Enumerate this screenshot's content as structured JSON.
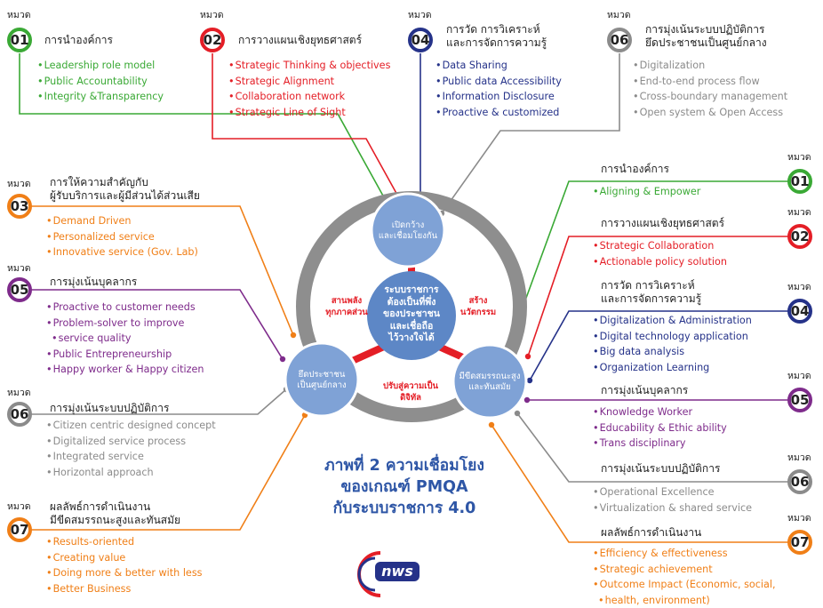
{
  "mword": "หมวด",
  "top": [
    {
      "num": "01",
      "color": "#3aa935",
      "cls": "g",
      "title": [
        "การนำองค์การ"
      ],
      "items": [
        "Leadership role model",
        "Public Accountability",
        "Integrity &Transparency"
      ]
    },
    {
      "num": "02",
      "color": "#e41e26",
      "cls": "r",
      "title": [
        "การวางแผนเชิงยุทธศาสตร์"
      ],
      "items": [
        "Strategic Thinking & objectives",
        "Strategic Alignment",
        "Collaboration network",
        "Strategic Line of Sight"
      ]
    },
    {
      "num": "04",
      "color": "#253289",
      "cls": "b",
      "title": [
        "การวัด การวิเคราะห์",
        "และการจัดการความรู้"
      ],
      "items": [
        "Data Sharing",
        "Public data Accessibility",
        "Information Disclosure",
        "Proactive & customized"
      ]
    },
    {
      "num": "06",
      "color": "#8b8b8b",
      "cls": "gy",
      "title": [
        "การมุ่งเน้นระบบปฏิบัติการ",
        "ยึดประชาชนเป็นศูนย์กลาง"
      ],
      "items": [
        "Digitalization",
        "End-to-end process flow",
        "Cross-boundary management",
        "Open system & Open Access"
      ]
    }
  ],
  "left": [
    {
      "num": "03",
      "color": "#f07f17",
      "cls": "o",
      "title": [
        "การให้ความสำคัญกับ",
        "ผู้รับบริการและผู้มีส่วนได้ส่วนเสีย"
      ],
      "items": [
        "Demand Driven",
        "Personalized service",
        "Innovative service (Gov. Lab)"
      ]
    },
    {
      "num": "05",
      "color": "#7e2b8b",
      "cls": "p",
      "title": [
        "การมุ่งเน้นบุคลากร"
      ],
      "items": [
        "Proactive to customer needs",
        "Problem-solver to improve",
        "service quality",
        "Public Entrepreneurship",
        "Happy worker & Happy citizen"
      ]
    },
    {
      "num": "06",
      "color": "#8b8b8b",
      "cls": "gy",
      "title": [
        "การมุ่งเน้นระบบปฏิบัติการ"
      ],
      "items": [
        "Citizen centric designed concept",
        "Digitalized service process",
        "Integrated service",
        "Horizontal approach"
      ]
    },
    {
      "num": "07",
      "color": "#f07f17",
      "cls": "o",
      "title": [
        "ผลลัพธ์การดำเนินงาน",
        "มีขีดสมรรถนะสูงและทันสมัย"
      ],
      "items": [
        "Results-oriented",
        "Creating value",
        "Doing more & better with less",
        "Better Business"
      ]
    }
  ],
  "right": [
    {
      "num": "01",
      "color": "#3aa935",
      "cls": "g",
      "title": [
        "การนำองค์การ"
      ],
      "items": [
        "Aligning & Empower"
      ]
    },
    {
      "num": "02",
      "color": "#e41e26",
      "cls": "r",
      "title": [
        "การวางแผนเชิงยุทธศาสตร์"
      ],
      "items": [
        "Strategic Collaboration",
        "Actionable policy solution"
      ]
    },
    {
      "num": "04",
      "color": "#253289",
      "cls": "b",
      "title": [
        "การวัด การวิเคราะห์",
        "และการจัดการความรู้"
      ],
      "items": [
        "Digitalization & Administration",
        "Digital technology application",
        "Big data analysis",
        "Organization Learning"
      ]
    },
    {
      "num": "05",
      "color": "#7e2b8b",
      "cls": "p",
      "title": [
        "การมุ่งเน้นบุคลากร"
      ],
      "items": [
        "Knowledge Worker",
        "Educability & Ethic ability",
        "Trans disciplinary"
      ]
    },
    {
      "num": "06",
      "color": "#8b8b8b",
      "cls": "gy",
      "title": [
        "การมุ่งเน้นระบบปฏิบัติการ"
      ],
      "items": [
        "Operational Excellence",
        "Virtualization & shared service"
      ]
    },
    {
      "num": "07",
      "color": "#f07f17",
      "cls": "o",
      "title": [
        "ผลลัพธ์การดำเนินงาน"
      ],
      "items": [
        "Efficiency & effectiveness",
        "Strategic achievement",
        "Outcome Impact (Economic, social,",
        "health, environment)"
      ]
    }
  ],
  "center": {
    "core": [
      "ระบบราชการ",
      "ต้องเป็นที่พึ่ง",
      "ของประชาชน",
      "และเชื่อถือ",
      "ไว้วางใจได้"
    ],
    "node_top": [
      "เปิดกว้าง",
      "และเชื่อมโยงกัน"
    ],
    "node_left": [
      "ยึดประชาชน",
      "เป็นศูนย์กลาง"
    ],
    "node_right": [
      "มีขีดสมรรถนะสูง",
      "และทันสมัย"
    ],
    "label_left": [
      "สานพลัง",
      "ทุกภาคส่วน"
    ],
    "label_right": [
      "สร้าง",
      "นวัตกรรม"
    ],
    "label_bottom": [
      "ปรับสู่ความเป็น",
      "ดิจิทัล"
    ]
  },
  "caption": [
    "ภาพที่ 2 ความเชื่อมโยง",
    "ของเกณฑ์ PMQA",
    "กับระบบราชการ 4.0"
  ],
  "logo_text": "nws"
}
